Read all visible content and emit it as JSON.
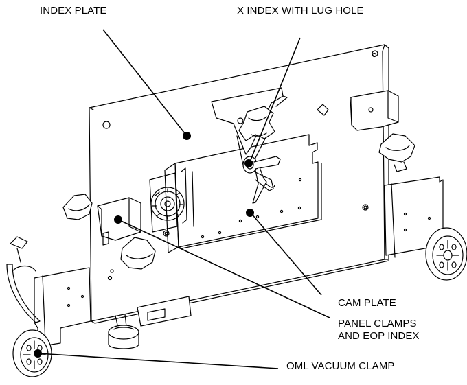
{
  "labels": {
    "index_plate": "INDEX PLATE",
    "x_index": "X INDEX WITH LUG HOLE",
    "cam_plate": "CAM PLATE",
    "panel_clamps_line1": "PANEL CLAMPS",
    "panel_clamps_line2": "AND EOP INDEX",
    "oml_vacuum_clamp": "OML VACUUM CLAMP"
  },
  "colors": {
    "ink": "#000000",
    "paper": "#ffffff"
  }
}
